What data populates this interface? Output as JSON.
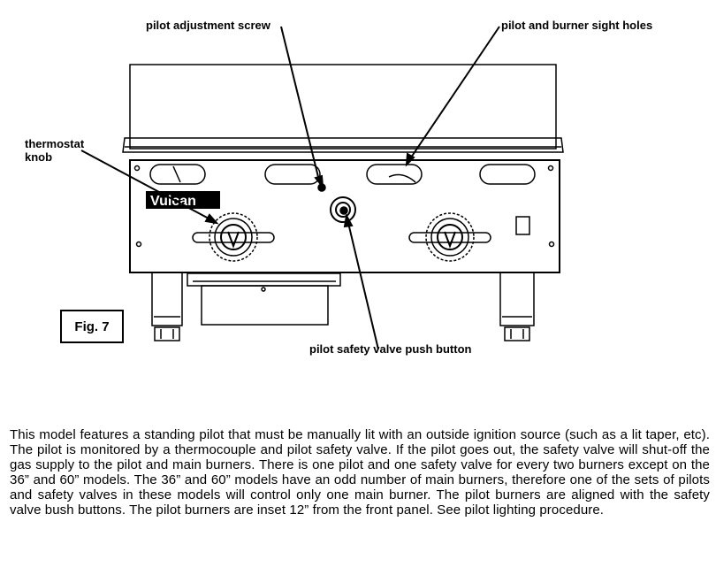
{
  "figure": {
    "label": "Fig. 7",
    "brand": "Vulcan",
    "callouts": {
      "pilot_adjustment_screw": "pilot adjustment screw",
      "sight_holes": "pilot and burner sight holes",
      "thermostat_knob_line1": "thermostat",
      "thermostat_knob_line2": "knob",
      "push_button": "pilot safety valve push button"
    }
  },
  "description": "This model features a standing pilot that must be manually lit with an outside ignition source (such as a lit taper, etc).  The pilot is monitored by a thermocouple and pilot safety valve.  If the pilot goes out, the safety valve will shut-off the gas supply to the pilot and main burners. There is one pilot and one safety valve for every two burners except on the 36” and 60” models.  The 36” and 60” models have an odd number of main burners, therefore one of the sets of pilots and safety valves in these models will control only one main burner.  The pilot burners are aligned with the safety valve bush buttons. The pilot burners are inset 12” from the front panel. See pilot lighting procedure."
}
